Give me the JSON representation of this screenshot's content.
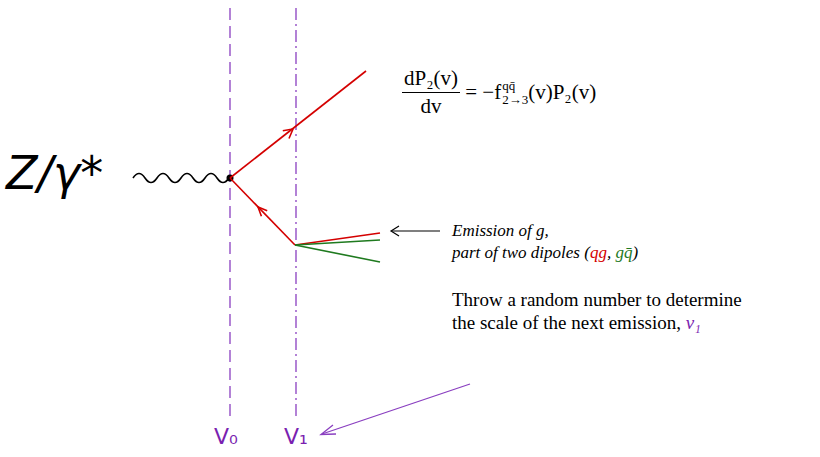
{
  "diagram": {
    "labels": [
      "Z/γ*",
      "dP₂(v)",
      "dv",
      "= −f",
      "qq̄",
      "2→3",
      "(v)P₂(v)",
      "Emission of g,",
      "part of two dipoles (",
      "qg",
      ", ",
      "gq̄",
      ")",
      "Throw a random number to determine the scale of the next emission,",
      "v₁",
      "V₀",
      "V₁"
    ]
  }
}
